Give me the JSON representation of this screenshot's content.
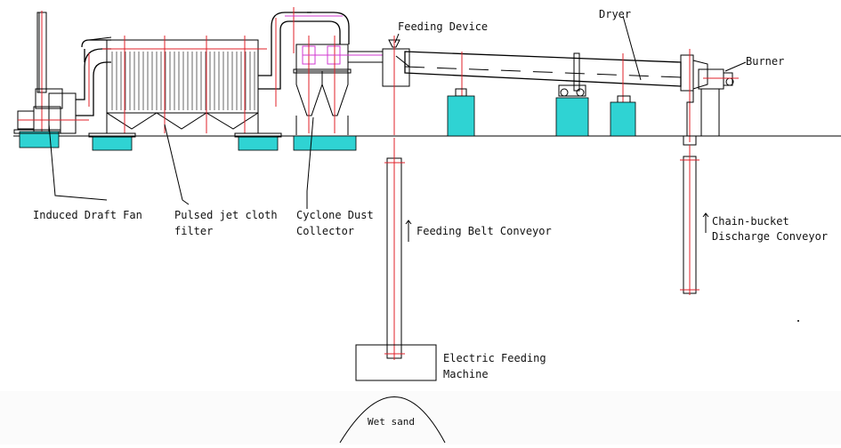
{
  "labels": {
    "induced_draft_fan": "Induced Draft Fan",
    "pulsed_filter_line1": "Pulsed jet cloth",
    "pulsed_filter_line2": "filter",
    "cyclone_line1": "Cyclone Dust",
    "cyclone_line2": "Collector",
    "feeding_belt_conveyor": "Feeding Belt Conveyor",
    "feeding_device": "Feeding Device",
    "dryer": "Dryer",
    "burner": "Burner",
    "chain_bucket_line1": "Chain-bucket",
    "chain_bucket_line2": "Discharge Conveyor",
    "electric_feeding_line1": "Electric Feeding",
    "electric_feeding_line2": "Machine",
    "wet_sand": "Wet sand"
  },
  "colors": {
    "foundation": "#2fd3d3",
    "centerline": "#e0202a",
    "duct_accent": "#d23ad0",
    "outline": "#000000"
  }
}
